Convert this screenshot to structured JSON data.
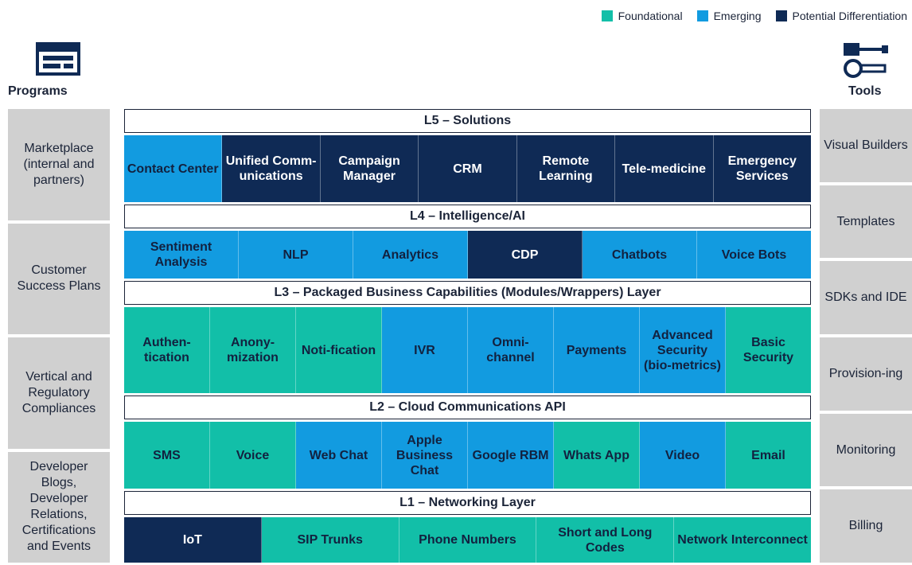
{
  "legend": {
    "foundational": {
      "label": "Foundational",
      "color": "#12bfa8"
    },
    "emerging": {
      "label": "Emerging",
      "color": "#129be0"
    },
    "differentiation": {
      "label": "Potential Differentiation",
      "color": "#0f2a55"
    }
  },
  "programs": {
    "title": "Programs",
    "icon": "window-icon",
    "items": [
      "Marketplace (internal and partners)",
      "Customer Success Plans",
      "Vertical and Regulatory Compliances",
      "Developer Blogs, Developer Relations, Certifications and Events"
    ]
  },
  "tools": {
    "title": "Tools",
    "icon": "tools-icon",
    "items": [
      "Visual Builders",
      "Templates",
      "SDKs and IDE",
      "Provision-ing",
      "Monitoring",
      "Billing"
    ]
  },
  "layers": {
    "l5": {
      "title": "L5 – Solutions",
      "cells": [
        {
          "label": "Contact Center",
          "category": "emerging"
        },
        {
          "label": "Unified Comm-unications",
          "category": "differentiation"
        },
        {
          "label": "Campaign Manager",
          "category": "differentiation"
        },
        {
          "label": "CRM",
          "category": "differentiation"
        },
        {
          "label": "Remote Learning",
          "category": "differentiation"
        },
        {
          "label": "Tele-medicine",
          "category": "differentiation"
        },
        {
          "label": "Emergency Services",
          "category": "differentiation"
        }
      ]
    },
    "l4": {
      "title": "L4 – Intelligence/AI",
      "cells": [
        {
          "label": "Sentiment Analysis",
          "category": "emerging"
        },
        {
          "label": "NLP",
          "category": "emerging"
        },
        {
          "label": "Analytics",
          "category": "emerging"
        },
        {
          "label": "CDP",
          "category": "differentiation"
        },
        {
          "label": "Chatbots",
          "category": "emerging"
        },
        {
          "label": "Voice Bots",
          "category": "emerging"
        }
      ]
    },
    "l3": {
      "title": "L3 – Packaged Business Capabilities (Modules/Wrappers) Layer",
      "cells": [
        {
          "label": "Authen-tication",
          "category": "foundational"
        },
        {
          "label": "Anony-mization",
          "category": "foundational"
        },
        {
          "label": "Noti-fication",
          "category": "foundational"
        },
        {
          "label": "IVR",
          "category": "emerging"
        },
        {
          "label": "Omni-channel",
          "category": "emerging"
        },
        {
          "label": "Payments",
          "category": "emerging"
        },
        {
          "label": "Advanced Security (bio-metrics)",
          "category": "emerging"
        },
        {
          "label": "Basic Security",
          "category": "foundational"
        }
      ]
    },
    "l2": {
      "title": "L2 – Cloud Communications API",
      "cells": [
        {
          "label": "SMS",
          "category": "foundational"
        },
        {
          "label": "Voice",
          "category": "foundational"
        },
        {
          "label": "Web Chat",
          "category": "emerging"
        },
        {
          "label": "Apple Business Chat",
          "category": "emerging"
        },
        {
          "label": "Google RBM",
          "category": "emerging"
        },
        {
          "label": "Whats App",
          "category": "foundational"
        },
        {
          "label": "Video",
          "category": "emerging"
        },
        {
          "label": "Email",
          "category": "foundational"
        }
      ]
    },
    "l1": {
      "title": "L1 – Networking Layer",
      "cells": [
        {
          "label": "IoT",
          "category": "differentiation"
        },
        {
          "label": "SIP Trunks",
          "category": "foundational"
        },
        {
          "label": "Phone Numbers",
          "category": "foundational"
        },
        {
          "label": "Short and Long Codes",
          "category": "foundational"
        },
        {
          "label": "Network Interconnect",
          "category": "foundational"
        }
      ]
    }
  }
}
